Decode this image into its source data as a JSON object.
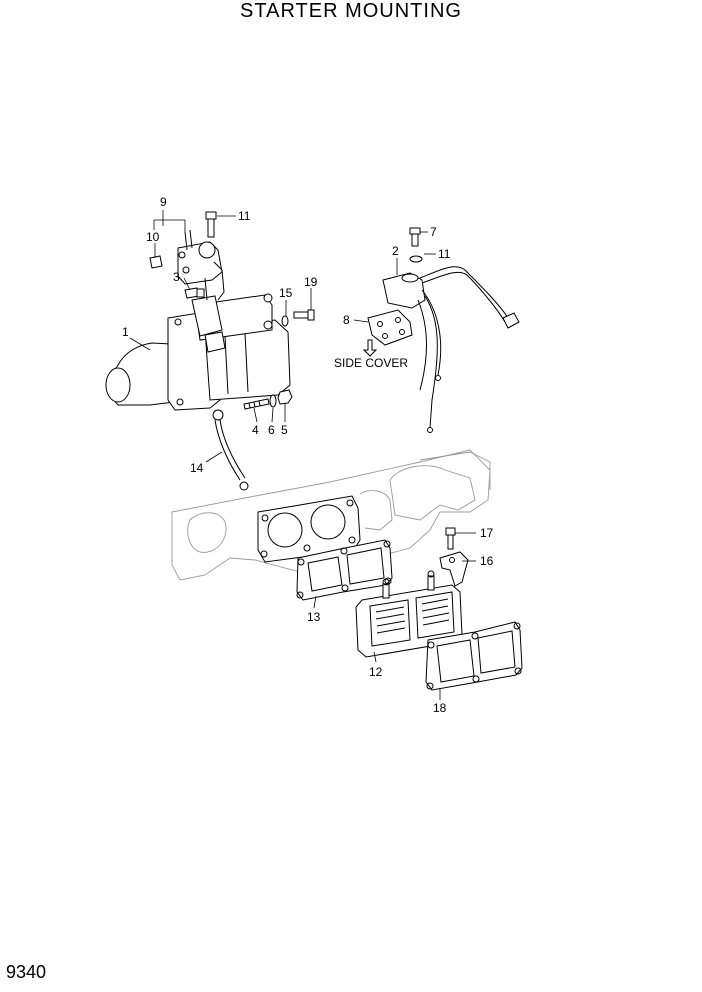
{
  "title": "STARTER MOUNTING",
  "page_number": "9340",
  "side_cover_label": "SIDE COVER",
  "callouts": {
    "c1": "1",
    "c2": "2",
    "c3": "3",
    "c4": "4",
    "c5": "5",
    "c6": "6",
    "c7": "7",
    "c8": "8",
    "c9": "9",
    "c10": "10",
    "c11a": "11",
    "c11b": "11",
    "c12": "12",
    "c13": "13",
    "c14": "14",
    "c15": "15",
    "c16": "16",
    "c17": "17",
    "c18": "18",
    "c19": "19"
  }
}
